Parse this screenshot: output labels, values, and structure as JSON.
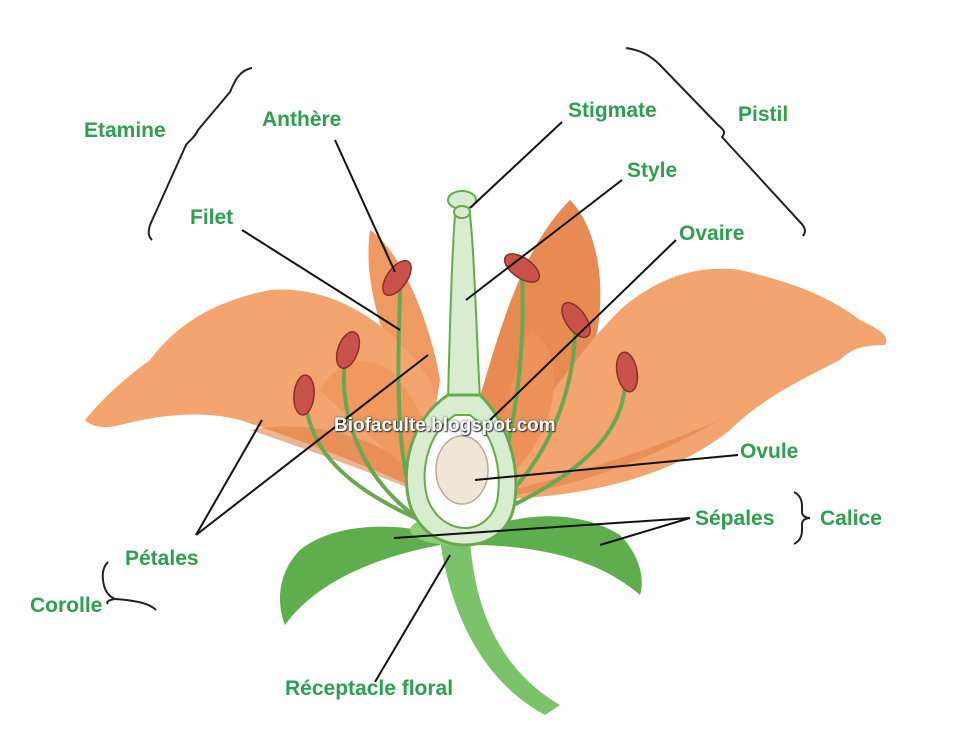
{
  "labels": {
    "etamine": "Etamine",
    "anthere": "Anthère",
    "stigmate": "Stigmate",
    "pistil": "Pistil",
    "style": "Style",
    "filet": "Filet",
    "ovaire": "Ovaire",
    "ovule": "Ovule",
    "sepales": "Sépales",
    "calice": "Calice",
    "petales": "Pétales",
    "corolle": "Corolle",
    "receptacle": "Réceptacle floral"
  },
  "watermark": "Biofaculte.blogspot.com",
  "colors": {
    "label": "#2e9e4f",
    "petal": "#f4a46e",
    "petal_shade": "#e0834a",
    "leaf": "#5fae4e",
    "stem": "#7cc26a",
    "anther": "#c9524a",
    "ovary": "#d8ecd0",
    "ovule": "#efe6d8",
    "line": "#111111"
  }
}
